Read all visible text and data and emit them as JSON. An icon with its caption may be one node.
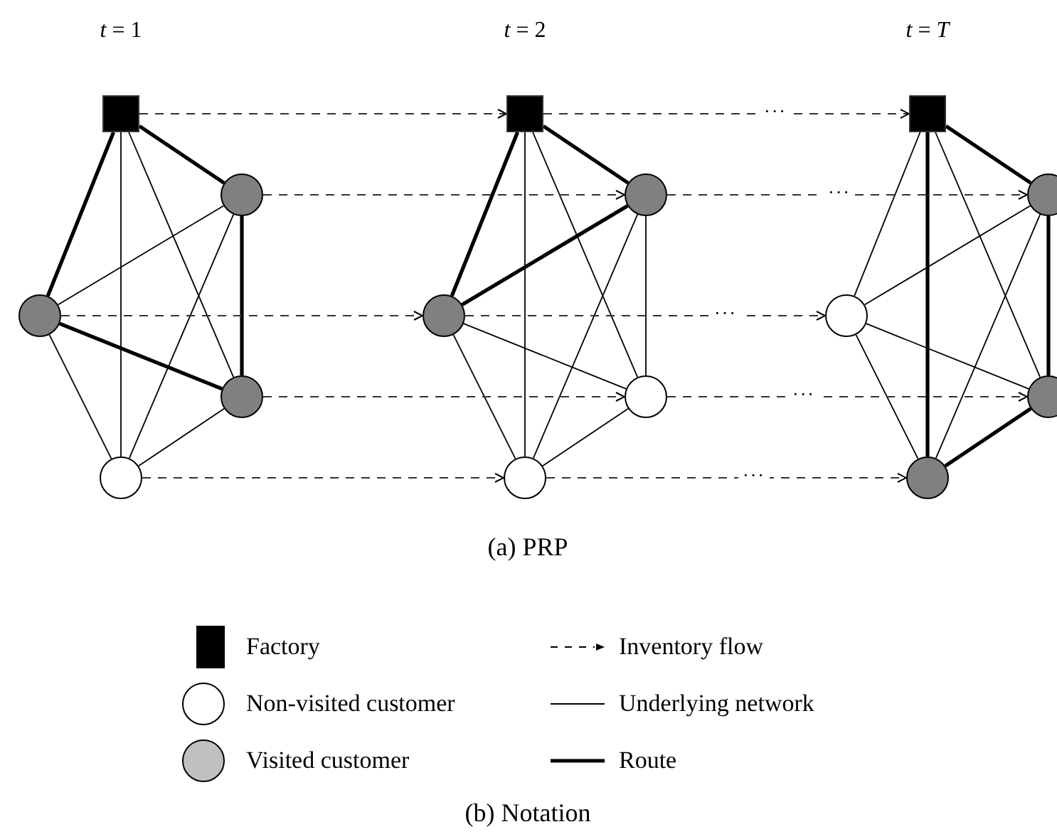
{
  "diagram": {
    "nodes": [
      {
        "text": [],
        "shape": "box"
      },
      {
        "text": [],
        "shape": "circle"
      },
      {
        "text": [],
        "shape": "circle"
      },
      {
        "text": [],
        "shape": "circle"
      },
      {
        "text": [],
        "shape": "circle"
      },
      {
        "text": [],
        "shape": "box"
      },
      {
        "text": [],
        "shape": "circle"
      },
      {
        "text": [],
        "shape": "circle"
      },
      {
        "text": [],
        "shape": "circle"
      },
      {
        "text": [],
        "shape": "circle"
      },
      {
        "text": [],
        "shape": "box"
      },
      {
        "text": [],
        "shape": "circle"
      },
      {
        "text": [],
        "shape": "circle"
      },
      {
        "text": [],
        "shape": "circle"
      },
      {
        "text": [],
        "shape": "circle"
      }
    ],
    "edges": [
      {
        "from": 0,
        "to": 1,
        "arrow": "none",
        "style": "thick"
      },
      {
        "from": 0,
        "to": 2,
        "arrow": "none",
        "style": "thick"
      },
      {
        "from": 0,
        "to": 3,
        "arrow": "none"
      },
      {
        "from": 0,
        "to": 4,
        "arrow": "none"
      },
      {
        "from": 1,
        "to": 2,
        "arrow": "none"
      },
      {
        "from": 1,
        "to": 3,
        "arrow": "none",
        "style": "thick"
      },
      {
        "from": 1,
        "to": 4,
        "arrow": "none"
      },
      {
        "from": 2,
        "to": 3,
        "arrow": "none",
        "style": "thick"
      },
      {
        "from": 2,
        "to": 4,
        "arrow": "none"
      },
      {
        "from": 3,
        "to": 4,
        "arrow": "none"
      },
      {
        "from": 5,
        "to": 6,
        "arrow": "none",
        "style": "thick"
      },
      {
        "from": 5,
        "to": 7,
        "arrow": "none",
        "style": "thick"
      },
      {
        "from": 5,
        "to": 8,
        "arrow": "none"
      },
      {
        "from": 5,
        "to": 9,
        "arrow": "none"
      },
      {
        "from": 6,
        "to": 7,
        "arrow": "none",
        "style": "thick"
      },
      {
        "from": 6,
        "to": 8,
        "arrow": "none"
      },
      {
        "from": 6,
        "to": 9,
        "arrow": "none"
      },
      {
        "from": 7,
        "to": 8,
        "arrow": "none"
      },
      {
        "from": 7,
        "to": 9,
        "arrow": "none"
      },
      {
        "from": 8,
        "to": 9,
        "arrow": "none"
      },
      {
        "from": 10,
        "to": 11,
        "arrow": "none",
        "style": "thick"
      },
      {
        "from": 10,
        "to": 12,
        "arrow": "none"
      },
      {
        "from": 10,
        "to": 13,
        "arrow": "none"
      },
      {
        "from": 10,
        "to": 14,
        "arrow": "none",
        "style": "thick"
      },
      {
        "from": 11,
        "to": 12,
        "arrow": "none"
      },
      {
        "from": 11,
        "to": 13,
        "arrow": "none",
        "style": "thick"
      },
      {
        "from": 11,
        "to": 14,
        "arrow": "none"
      },
      {
        "from": 12,
        "to": 13,
        "arrow": "none"
      },
      {
        "from": 12,
        "to": 14,
        "arrow": "none"
      },
      {
        "from": 13,
        "to": 14,
        "arrow": "none",
        "style": "thick"
      },
      {
        "from": 0,
        "to": 5,
        "arrow": "to",
        "style": "dashed"
      },
      {
        "from": 1,
        "to": 6,
        "arrow": "to",
        "style": "dashed"
      },
      {
        "from": 2,
        "to": 7,
        "arrow": "to",
        "style": "dashed"
      },
      {
        "from": 3,
        "to": 8,
        "arrow": "to",
        "style": "dashed"
      },
      {
        "from": 4,
        "to": 9,
        "arrow": "to",
        "style": "dashed"
      },
      {
        "from": 5,
        "to": 10,
        "arrow": "to",
        "style": "dashed",
        "label": "···"
      },
      {
        "from": 6,
        "to": 11,
        "arrow": "to",
        "style": "dashed",
        "label": "···"
      },
      {
        "from": 7,
        "to": 12,
        "arrow": "to",
        "style": "dashed",
        "label": "···"
      },
      {
        "from": 8,
        "to": 13,
        "arrow": "to",
        "style": "dashed",
        "label": "···"
      },
      {
        "from": 9,
        "to": 14,
        "arrow": "to",
        "style": "dashed",
        "label": "···"
      }
    ],
    "labels": [
      "*t* = 1",
      "*t* = 2",
      "*t* = *T*",
      "(a) PRP",
      "(b) Notation"
    ],
    "legend": [
      {
        "text": "Factory"
      },
      {
        "text": "Non-visited customer"
      },
      {
        "text": "Visited customer"
      },
      {
        "text": "Inventory flow"
      },
      {
        "text": "Underlying network"
      },
      {
        "text": "Route"
      }
    ]
  }
}
